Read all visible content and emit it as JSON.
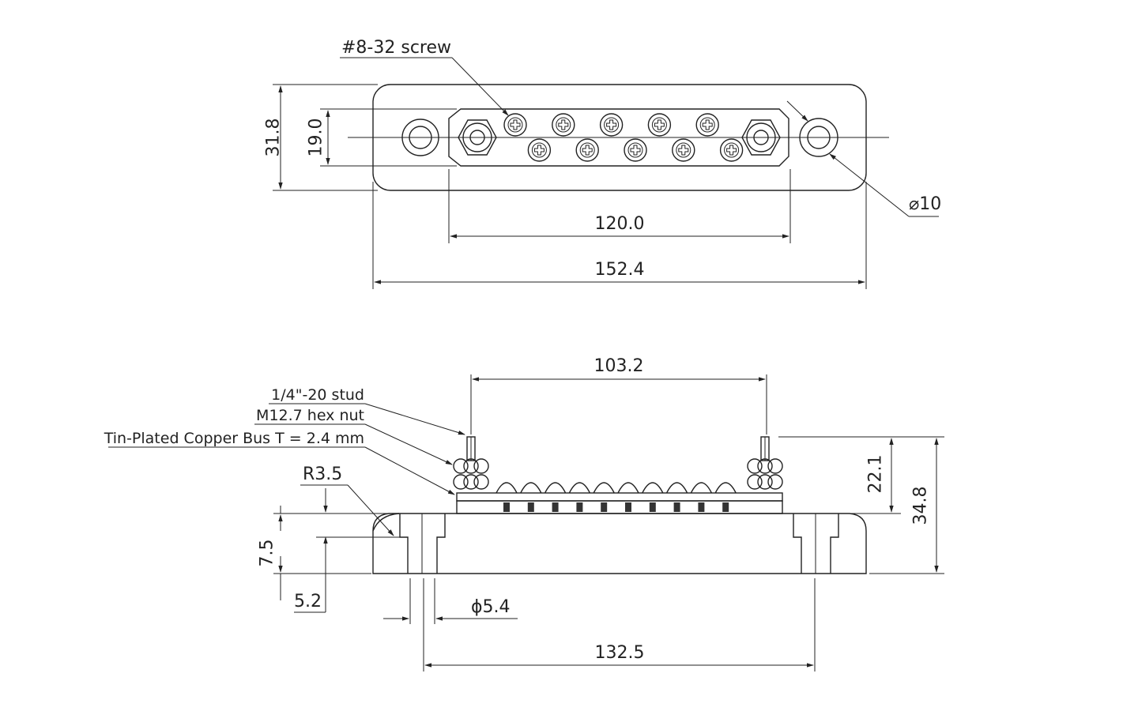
{
  "top_view": {
    "screw_label": "#8-32 screw",
    "dim_height_outer": "31.8",
    "dim_height_inner": "19.0",
    "dim_hole_dia": "⌀10",
    "dim_bus_length": "120.0",
    "dim_total_length": "152.4"
  },
  "side_view": {
    "dim_stud_spacing": "103.2",
    "stud_label": "1/4\"-20 stud",
    "nut_label": "M12.7 hex nut",
    "bus_label": "Tin-Plated Copper Bus T = 2.4 mm",
    "radius_label": "R3.5",
    "dim_base_height": "7.5",
    "dim_step_height": "5.2",
    "dim_slot_dia": "ϕ5.4",
    "dim_mount_spacing": "132.5",
    "dim_stud_height": "22.1",
    "dim_total_height": "34.8"
  },
  "screw_count": 10
}
